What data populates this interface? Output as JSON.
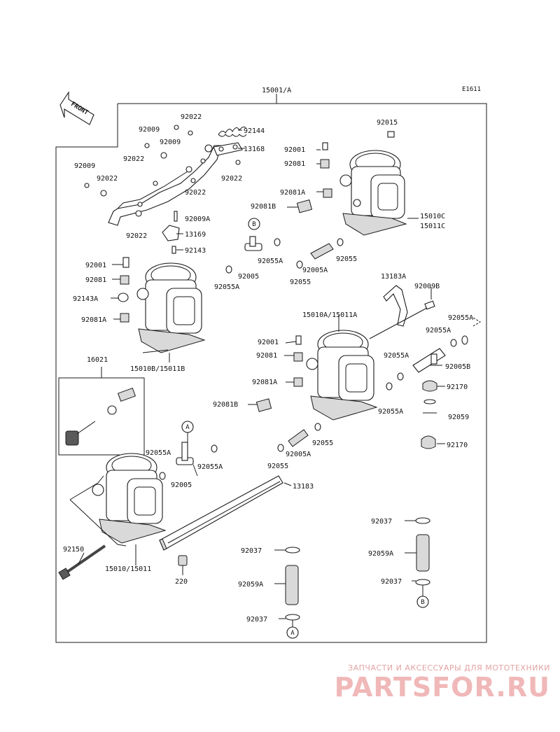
{
  "diagram": {
    "code": "E1611",
    "front_label": "FRONT",
    "group_label": "15001/A",
    "labels": [
      "92022",
      "92144",
      "92009",
      "92009",
      "13168",
      "92022",
      "92022",
      "92009",
      "92022",
      "92022",
      "92009A",
      "92022",
      "13169",
      "92143",
      "92015",
      "92001",
      "92081",
      "92081A",
      "92081B",
      "15010C",
      "15011C",
      "92055",
      "92005",
      "92055A",
      "92005A",
      "92055",
      "92001",
      "92081",
      "92143A",
      "92081A",
      "92055A",
      "15010B/15011B",
      "13183A",
      "92009B",
      "15010A/15011A",
      "92055A",
      "92055A",
      "92001",
      "92081",
      "92055A",
      "92005B",
      "92081A",
      "92170",
      "92081B",
      "92055A",
      "92059",
      "16021",
      "92055",
      "92055A",
      "92055A",
      "92005A",
      "92170",
      "92055",
      "92005",
      "13183",
      "92037",
      "92059A",
      "92150",
      "92037",
      "15010/15011",
      "220",
      "92059A",
      "92037",
      "92037"
    ],
    "bubbles": [
      "B",
      "A",
      "B",
      "A"
    ]
  },
  "watermark": {
    "subtitle": "ЗАПЧАСТИ И АКСЕССУАРЫ ДЛЯ МОТОТЕХНИКИ",
    "logo_text": "PARTSFOR.RU"
  }
}
